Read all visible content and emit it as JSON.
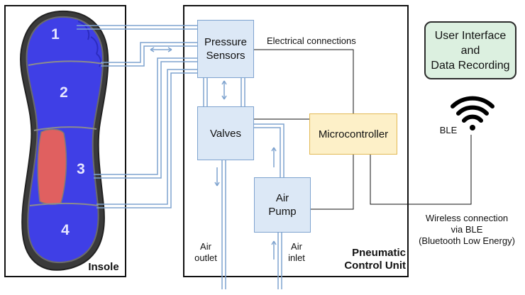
{
  "insole": {
    "label": "Insole",
    "zones": [
      "1",
      "2",
      "3",
      "4"
    ]
  },
  "control_unit": {
    "label_line1": "Pneumatic",
    "label_line2": "Control Unit",
    "blocks": {
      "pressure_sensors": [
        "Pressure",
        "Sensors"
      ],
      "valves": "Valves",
      "microcontroller": "Microcontroller",
      "air_pump": [
        "Air",
        "Pump"
      ]
    },
    "air_outlet": [
      "Air",
      "outlet"
    ],
    "air_inlet": [
      "Air",
      "inlet"
    ]
  },
  "electrical_label": "Electrical connections",
  "user_interface": [
    "User Interface",
    "and",
    "Data Recording"
  ],
  "ble": {
    "label": "BLE",
    "wireless": [
      "Wireless connection",
      "via BLE",
      "(Bluetooth Low Energy)"
    ]
  },
  "colors": {
    "insole_blue": "#3f3fe6",
    "insole_red": "#e06060",
    "tube": "#7ea3cf",
    "sensor_fill": "#dce8f6",
    "mcu_fill": "#fdf0c8",
    "ui_fill": "#dcf0e0"
  }
}
